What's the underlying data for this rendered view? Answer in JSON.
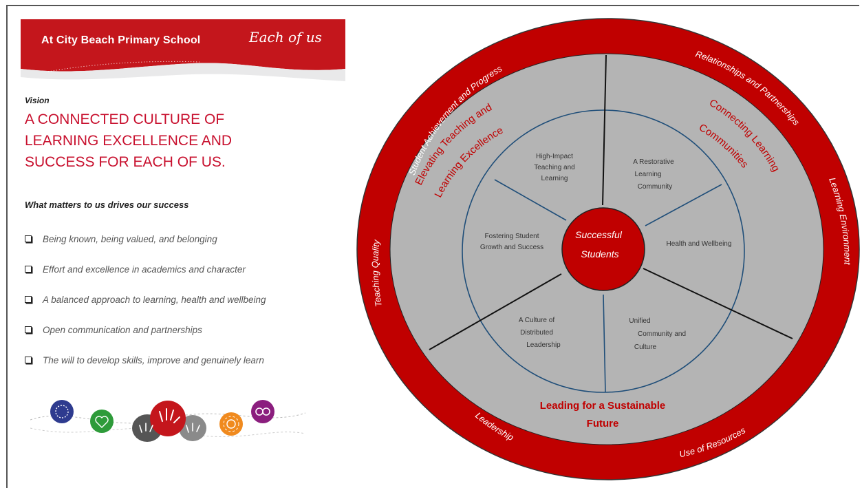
{
  "banner": {
    "school": "At City Beach Primary School",
    "motto": "Each of us"
  },
  "vision": {
    "label": "Vision",
    "statement": "A CONNECTED CULTURE OF LEARNING EXCELLENCE AND SUCCESS FOR EACH OF US."
  },
  "values": {
    "heading": "What matters to us drives our success",
    "items": [
      "Being known, being valued, and belonging",
      "Effort and excellence in academics and character",
      "A balanced approach to learning, health and wellbeing",
      "Open communication and partnerships",
      "The will to develop skills, improve and genuinely learn"
    ]
  },
  "wheel": {
    "outer_ring": {
      "student_achievement": "Student Achievement and Progress",
      "relationships": "Relationships and Partnerships",
      "learning_environment": "Learning Environment",
      "use_of_resources": "Use of Resources",
      "leadership": "Leadership",
      "teaching_quality": "Teaching Quality"
    },
    "pillars": {
      "elevating_line1": "Elevating Teaching and",
      "elevating_line2": "Learning Excellence",
      "connecting_line1": "Connecting Learning",
      "connecting_line2": "Communities",
      "leading_line1": "Leading for a Sustainable",
      "leading_line2": "Future"
    },
    "segments": {
      "high_impact": [
        "High-Impact",
        "Teaching and",
        "Learning"
      ],
      "restorative": [
        "A Restorative",
        "Learning",
        "Community"
      ],
      "health": [
        "Health and Wellbeing"
      ],
      "unified": [
        "Unified",
        "Community and",
        "Culture"
      ],
      "distributed": [
        "A Culture of",
        "Distributed",
        "Leadership"
      ],
      "fostering": [
        "Fostering Student",
        "Growth and Success"
      ]
    },
    "centre": {
      "line1": "Successful",
      "line2": "Students"
    }
  },
  "colors": {
    "brand_red": "#c4161c",
    "ring_red": "#c00000",
    "grey_fill": "#b4b4b4",
    "navy_line": "#1f4e79"
  },
  "icons": [
    "globe-icon",
    "heart-icon",
    "handprints-icon",
    "flower-icon",
    "link-icon"
  ]
}
